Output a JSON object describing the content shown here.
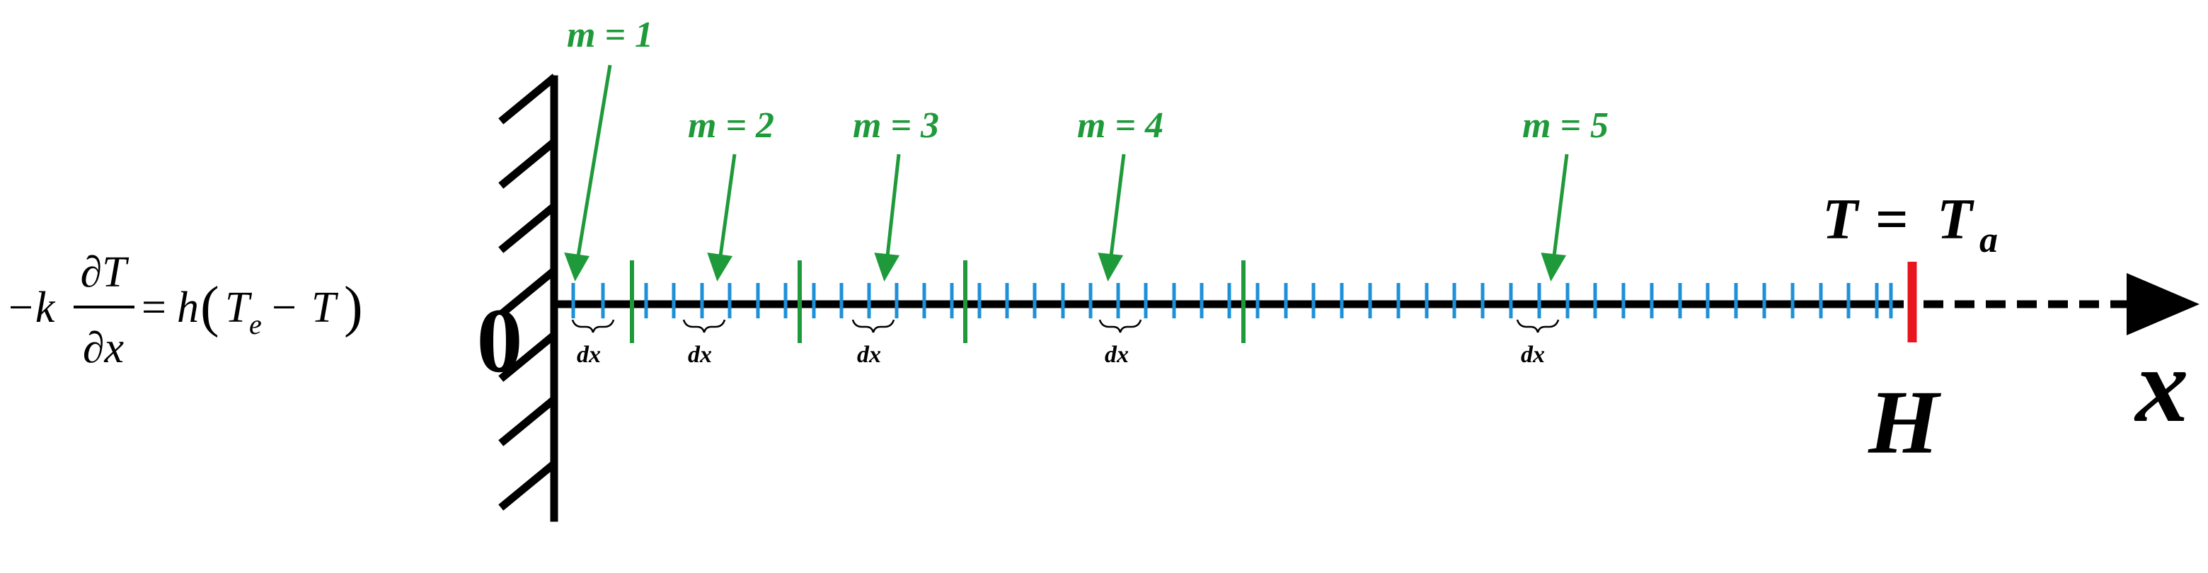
{
  "origin_label": "0",
  "end_label": "H",
  "axis_label": "x",
  "boundary_left": {
    "minus_k": "−k",
    "partial_T": "∂T",
    "partial_x": "∂x",
    "equals": "=",
    "h": "h",
    "paren_open": "(",
    "T_e_main": "T",
    "T_e_sub": "e",
    "minus": "−",
    "T": "T",
    "paren_close": ")"
  },
  "boundary_right": {
    "lhs": "T",
    "equals": "=",
    "rhs_main": "T",
    "rhs_sub": "a"
  },
  "dx_label": "dx",
  "markers": [
    {
      "label": "m = 1"
    },
    {
      "label": "m = 2"
    },
    {
      "label": "m = 3"
    },
    {
      "label": "m = 4"
    },
    {
      "label": "m = 5"
    }
  ],
  "colors": {
    "axis": "#000000",
    "grid_tick": "#1e90d8",
    "layer_boundary": "#1f9a3a",
    "marker_text": "#1f9a3a",
    "end_boundary": "#e8141e"
  }
}
